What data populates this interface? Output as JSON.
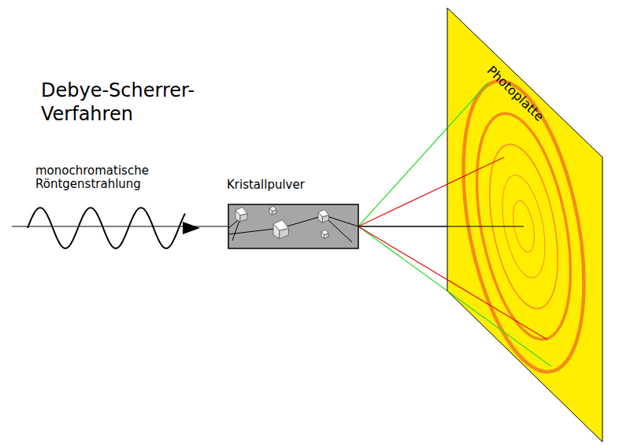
{
  "diagram": {
    "title": "Debye-Scherrer- Verfahren",
    "nodes": [
      {
        "text": [
          "Kristallpulver"
        ]
      },
      {
        "text": [
          "Photoplatte"
        ]
      }
    ],
    "edges": [
      {
        "from": 0,
        "to": 1,
        "arrow": "none"
      }
    ],
    "labels": [
      "monochromatische Röntgenstrahlung"
    ]
  }
}
